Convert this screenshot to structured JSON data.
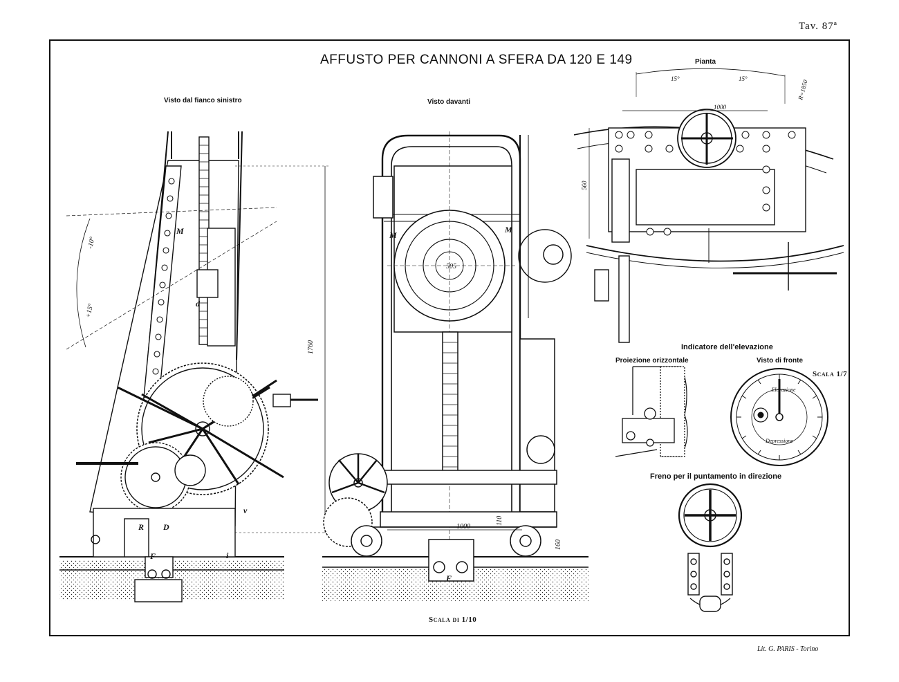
{
  "plate": {
    "number": "Tav. 87ª"
  },
  "title": "AFFUSTO PER CANNONI A SFERA DA 120 E 149",
  "views": {
    "side": "Visto dal fianco sinistro",
    "front": "Visto davanti",
    "plan": "Pianta"
  },
  "elevation_indicator": {
    "heading": "Indicatore dell'elevazione",
    "horizontal_projection": "Proiezione orizzontale",
    "front_view": "Visto di fronte",
    "scale": "Scala 1/7",
    "dial_top": "Elevazione",
    "dial_bottom": "Depressione"
  },
  "brake_heading": "Freno per il puntamento in direzione",
  "main_scale": "Scala di 1/10",
  "lithographer": "Lit. G. PARIS - Torino",
  "dimensions": {
    "height_side": "1760",
    "front_diameter": "505",
    "front_base": "1000",
    "front_step": "110",
    "front_rail": "160",
    "plan_width": "1000",
    "plan_depth": "560",
    "plan_radius": "R=1850",
    "angle_up": "+15°",
    "angle_down": "-10°",
    "plan_angle_left": "15°",
    "plan_angle_right": "15°"
  },
  "letters": {
    "M": "M",
    "d": "d",
    "R": "R",
    "D": "D",
    "F": "F",
    "v": "v",
    "i": "i"
  }
}
